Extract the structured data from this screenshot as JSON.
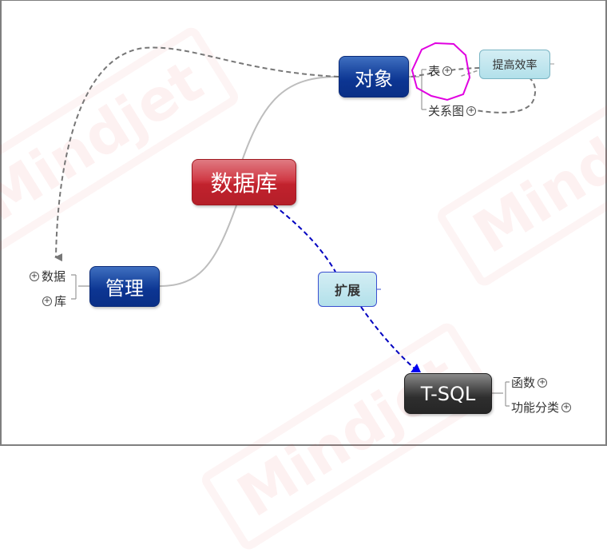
{
  "watermark": {
    "text": "Mindjet"
  },
  "central": {
    "label": "数据库",
    "color": "#c1222d"
  },
  "topics": {
    "object": {
      "label": "对象",
      "children": [
        {
          "label": "表",
          "expander": "+"
        },
        {
          "label": "关系图",
          "expander": "+"
        }
      ]
    },
    "manage": {
      "label": "管理",
      "children": [
        {
          "label": "数据",
          "expander": "+"
        },
        {
          "label": "库",
          "expander": "+"
        }
      ]
    },
    "tsql": {
      "label": "T-SQL",
      "children": [
        {
          "label": "函数",
          "expander": "+"
        },
        {
          "label": "功能分类",
          "expander": "+"
        }
      ]
    }
  },
  "callouts": {
    "efficiency": {
      "label": "提高效率"
    },
    "extend": {
      "label": "扩展"
    }
  },
  "colors": {
    "blue_topic": "#0c3592",
    "dark_topic": "#2e2e2e",
    "callout_fill": "#b2e0ea",
    "relationship_gray": "#7f7f7f",
    "relationship_blue": "#0000c0",
    "highlight_magenta": "#e000e0"
  }
}
